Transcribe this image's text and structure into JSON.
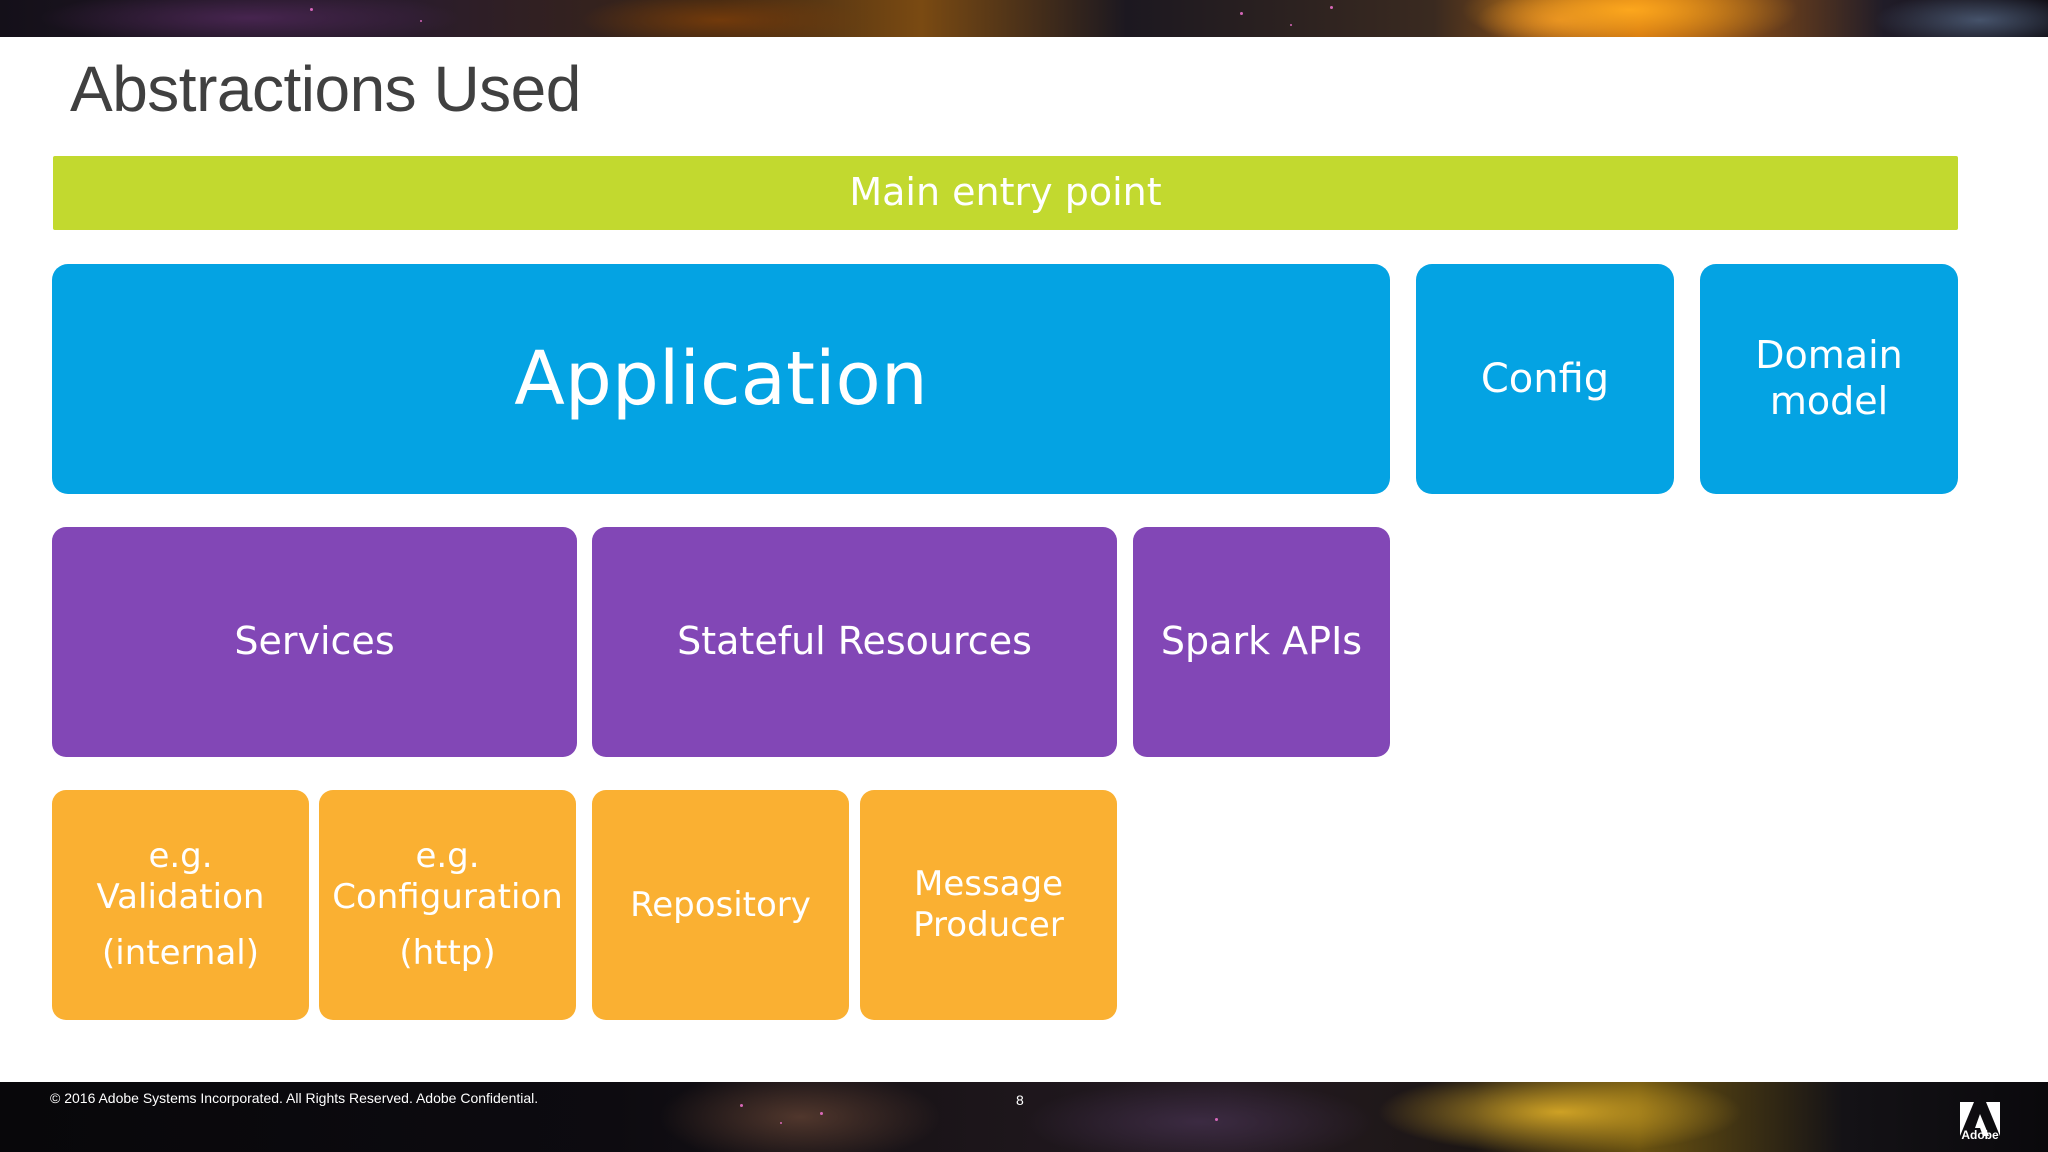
{
  "slide": {
    "title": "Abstractions Used"
  },
  "diagram": {
    "entry": "Main entry point",
    "application": "Application",
    "config": "Config",
    "domain_model": [
      "Domain",
      "model"
    ],
    "services": "Services",
    "stateful_resources": "Stateful Resources",
    "spark_apis": "Spark APIs",
    "validation": [
      "e.g.",
      "Validation",
      "(internal)"
    ],
    "configuration": [
      "e.g.",
      "Configuration",
      "(http)"
    ],
    "repository": "Repository",
    "message_producer": [
      "Message",
      "Producer"
    ]
  },
  "colors": {
    "entry": "#c2d92f",
    "blue": "#04a3e3",
    "purple": "#8247b6",
    "orange": "#fab032"
  },
  "footer": {
    "copyright": "© 2016 Adobe Systems Incorporated.  All Rights Reserved.  Adobe Confidential.",
    "page_number": "8",
    "logo_label": "Adobe"
  }
}
